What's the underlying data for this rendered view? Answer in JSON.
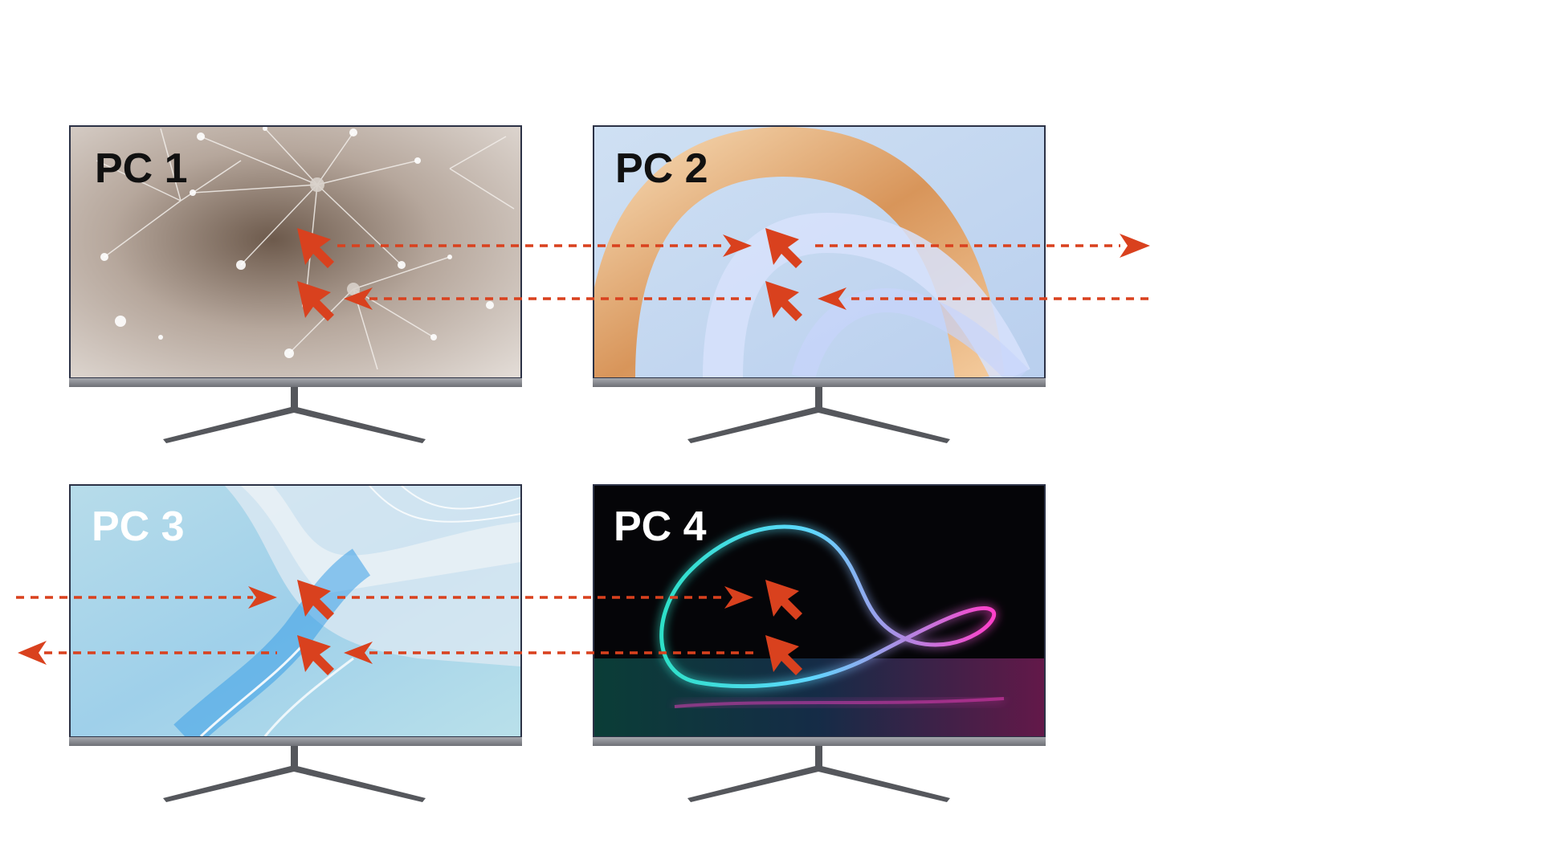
{
  "monitors": [
    {
      "id": "pc1",
      "label": "PC 1",
      "label_color": "#111111",
      "wallpaper": "dandelion-dew-drops"
    },
    {
      "id": "pc2",
      "label": "PC 2",
      "label_color": "#111111",
      "wallpaper": "gold-glass-arch"
    },
    {
      "id": "pc3",
      "label": "PC 3",
      "label_color": "#ffffff",
      "wallpaper": "blue-silk-waves"
    },
    {
      "id": "pc4",
      "label": "PC 4",
      "label_color": "#ffffff",
      "wallpaper": "neon-light-loop"
    }
  ],
  "colors": {
    "arrow": "#d9411e",
    "bezel": "#2c3246",
    "chin": "#8a8c92",
    "stand": "#55575c"
  },
  "icons": {
    "cursor": "mouse-pointer-arrow-icon",
    "flow_arrow": "dashed-arrow-icon"
  }
}
